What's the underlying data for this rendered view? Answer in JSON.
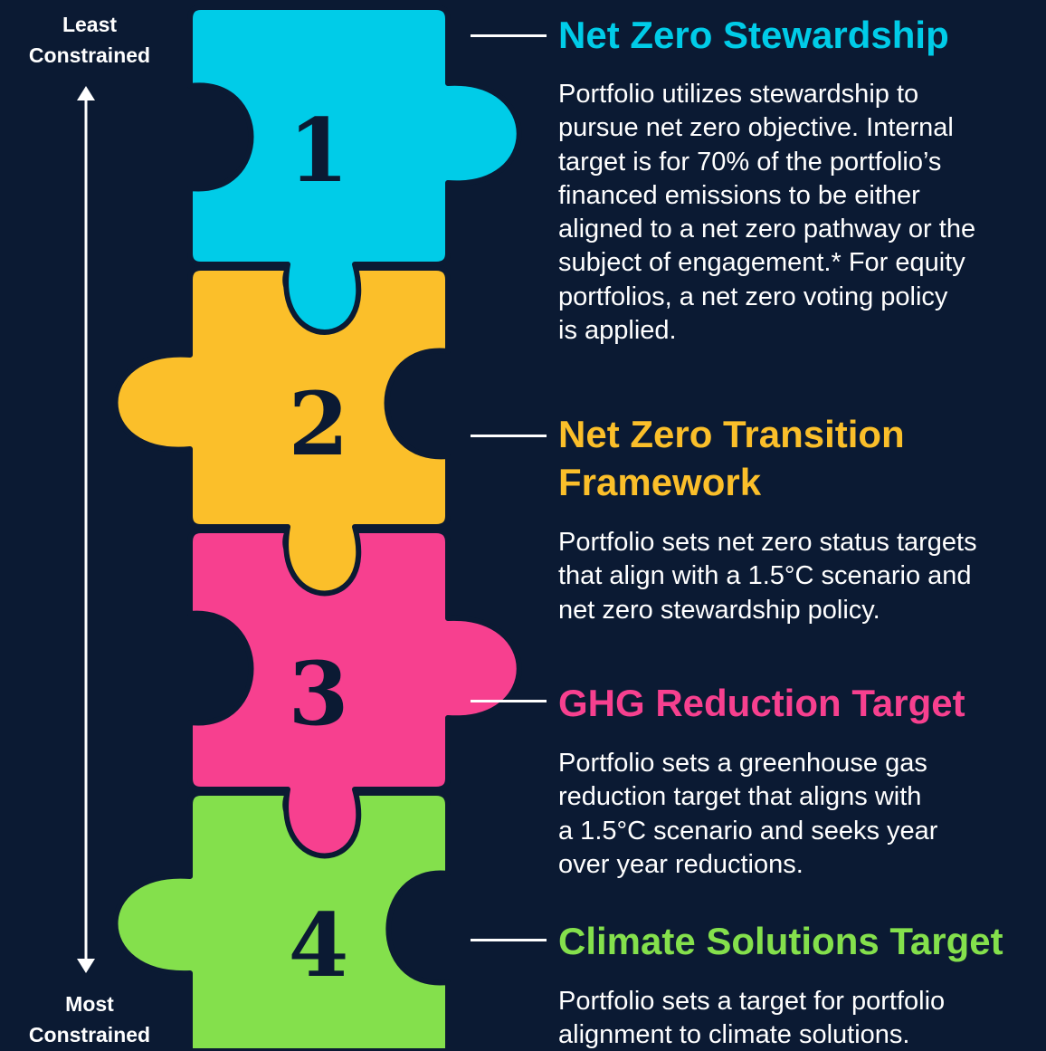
{
  "scale": {
    "top_line1": "Least",
    "top_line2": "Constrained",
    "bottom_line1": "Most",
    "bottom_line2": "Constrained"
  },
  "colors": {
    "background": "#0b1a33",
    "step1": "#00cce8",
    "step2": "#fbbf2a",
    "step3": "#f7408f",
    "step4": "#84e04c"
  },
  "steps": [
    {
      "number": "1",
      "title_lines": [
        "Net Zero Stewardship"
      ],
      "description_lines": [
        "Portfolio utilizes stewardship to",
        "pursue net zero objective. Internal",
        "target is for 70% of the portfolio’s",
        "financed emissions to be either",
        "aligned to a net zero pathway or the",
        "subject of engagement.* For equity",
        "portfolios, a net zero voting policy",
        "is applied."
      ]
    },
    {
      "number": "2",
      "title_lines": [
        "Net Zero Transition",
        "Framework"
      ],
      "description_lines": [
        "Portfolio sets net zero status targets",
        "that align with a 1.5°C scenario and",
        "net zero stewardship policy."
      ]
    },
    {
      "number": "3",
      "title_lines": [
        "GHG Reduction Target"
      ],
      "description_lines": [
        "Portfolio sets a greenhouse gas",
        "reduction target that aligns with",
        "a 1.5°C scenario and seeks year",
        "over year reductions."
      ]
    },
    {
      "number": "4",
      "title_lines": [
        "Climate Solutions Target"
      ],
      "description_lines": [
        "Portfolio sets a target for portfolio",
        "alignment to climate solutions."
      ]
    }
  ]
}
